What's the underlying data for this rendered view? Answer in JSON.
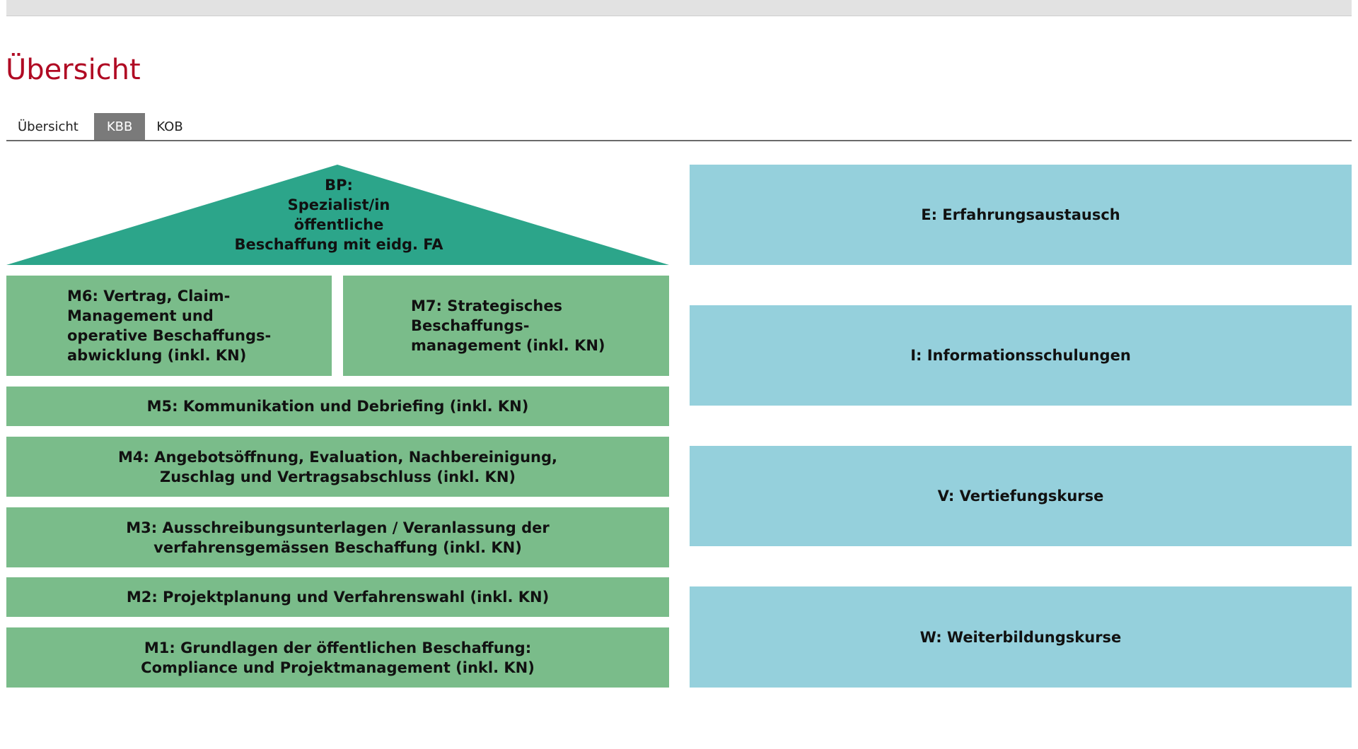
{
  "page": {
    "title": "Übersicht"
  },
  "tabs": [
    {
      "label": "Übersicht",
      "active": false
    },
    {
      "label": "KBB",
      "active": true
    },
    {
      "label": "KOB",
      "active": false
    }
  ],
  "diagram": {
    "roof": {
      "lines": [
        "BP:",
        "Spezialist/in",
        "öffentliche",
        "Beschaffung mit eidg. FA"
      ]
    },
    "modules": {
      "m6": [
        "M6: Vertrag, Claim-",
        "Management und",
        "operative Beschaffungs-",
        "abwicklung (inkl. KN)"
      ],
      "m7": [
        "M7: Strategisches",
        "Beschaffungs-",
        "management (inkl. KN)"
      ],
      "m5": [
        "M5: Kommunikation und Debriefing (inkl. KN)"
      ],
      "m4": [
        "M4: Angebotsöffnung, Evaluation, Nachbereinigung,",
        "Zuschlag und Vertragsabschluss (inkl. KN)"
      ],
      "m3": [
        "M3: Ausschreibungsunterlagen / Veranlassung der",
        "verfahrensgemässen Beschaffung (inkl. KN)"
      ],
      "m2": [
        "M2: Projektplanung und Verfahrenswahl (inkl. KN)"
      ],
      "m1": [
        "M1: Grundlagen der öffentlichen Beschaffung:",
        "Compliance und Projektmanagement (inkl. KN)"
      ]
    },
    "side": {
      "e": "E: Erfahrungsaustausch",
      "i": "I: Informationsschulungen",
      "v": "V: Vertiefungskurse",
      "w": "W: Weiterbildungskurse"
    },
    "colors": {
      "roof": "#2ca58a",
      "module": "#7abc8a",
      "side": "#95d0dc",
      "title": "#b00a23"
    }
  }
}
